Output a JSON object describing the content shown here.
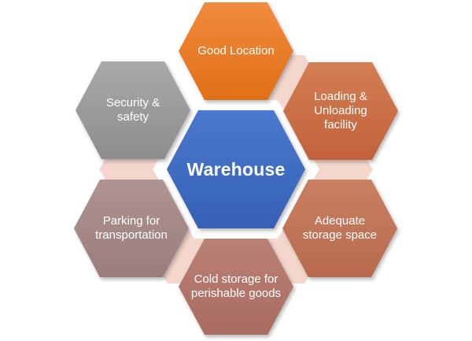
{
  "diagram": {
    "title": "Warehouse hexagon diagram",
    "center": {
      "id": "warehouse",
      "label": "Warehouse",
      "color_top": "#4B78CE",
      "color_bottom": "#3560B6"
    },
    "nodes": [
      {
        "id": "good-location",
        "position": "top",
        "label": "Good Location",
        "color_top": "#F18B3E",
        "color_bottom": "#E06F15"
      },
      {
        "id": "loading-unloading",
        "position": "top-right",
        "label": "Loading & Unloading facility",
        "color_top": "#D37F53",
        "color_bottom": "#C2613B"
      },
      {
        "id": "adequate-storage",
        "position": "bottom-right",
        "label": "Adequate storage space",
        "color_top": "#CA8063",
        "color_bottom": "#B8694E"
      },
      {
        "id": "cold-storage",
        "position": "bottom",
        "label": "Cold storage for perishable goods",
        "color_top": "#BB8076",
        "color_bottom": "#A96B5F"
      },
      {
        "id": "parking",
        "position": "bottom-left",
        "label": "Parking for transportation",
        "color_top": "#AF9494",
        "color_bottom": "#9B7C7C"
      },
      {
        "id": "security-safety",
        "position": "top-left",
        "label": "Security & safety",
        "color_top": "#A9A9A9",
        "color_bottom": "#8D8D8D"
      }
    ],
    "background": {
      "canvas_color": "#FFFFFF",
      "ring_color": "#F4D6CC"
    }
  }
}
